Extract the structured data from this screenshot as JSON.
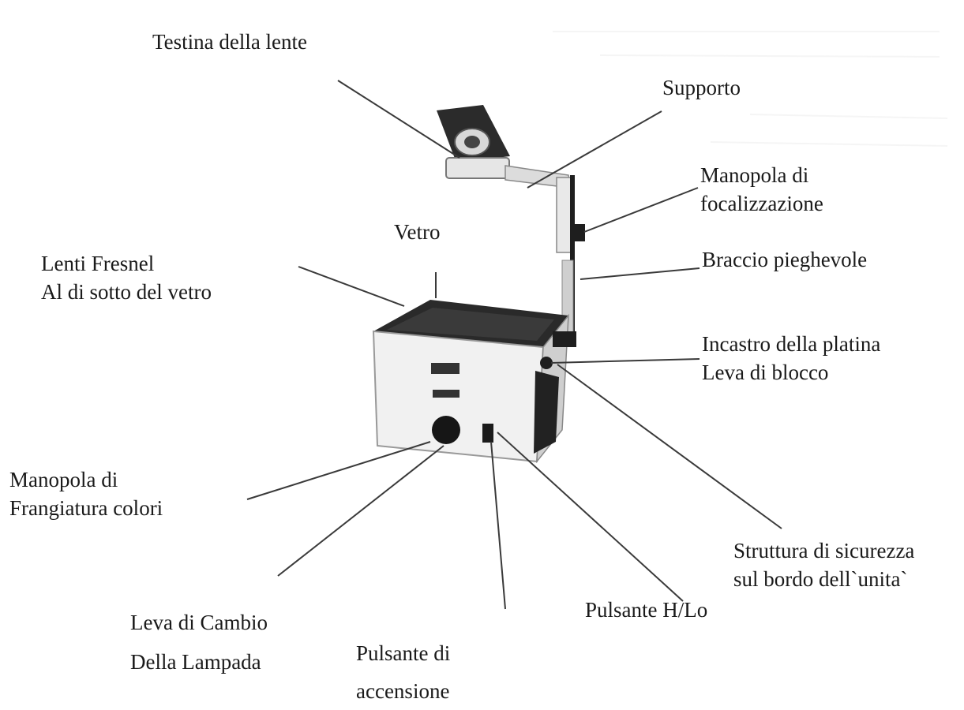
{
  "labels": {
    "testina": "Testina della lente",
    "supporto": "Supporto",
    "manopola_fuoco_1": "Manopola di",
    "manopola_fuoco_2": "focalizzazione",
    "vetro": "Vetro",
    "fresnel_1": "Lenti Fresnel",
    "fresnel_2": "Al di sotto del vetro",
    "braccio": "Braccio pieghevole",
    "incastro_1": "Incastro della platina",
    "incastro_2": "Leva di blocco",
    "frangiatura_1": "Manopola di",
    "frangiatura_2": "Frangiatura colori",
    "sicurezza_1": "Struttura di sicurezza",
    "sicurezza_2": "sul bordo dell`unita`",
    "cambio_1": "Leva di Cambio",
    "cambio_2": "Della Lampada",
    "hlo": "Pulsante H/Lo",
    "accensione_1": "Pulsante di",
    "accensione_2": "accensione"
  }
}
